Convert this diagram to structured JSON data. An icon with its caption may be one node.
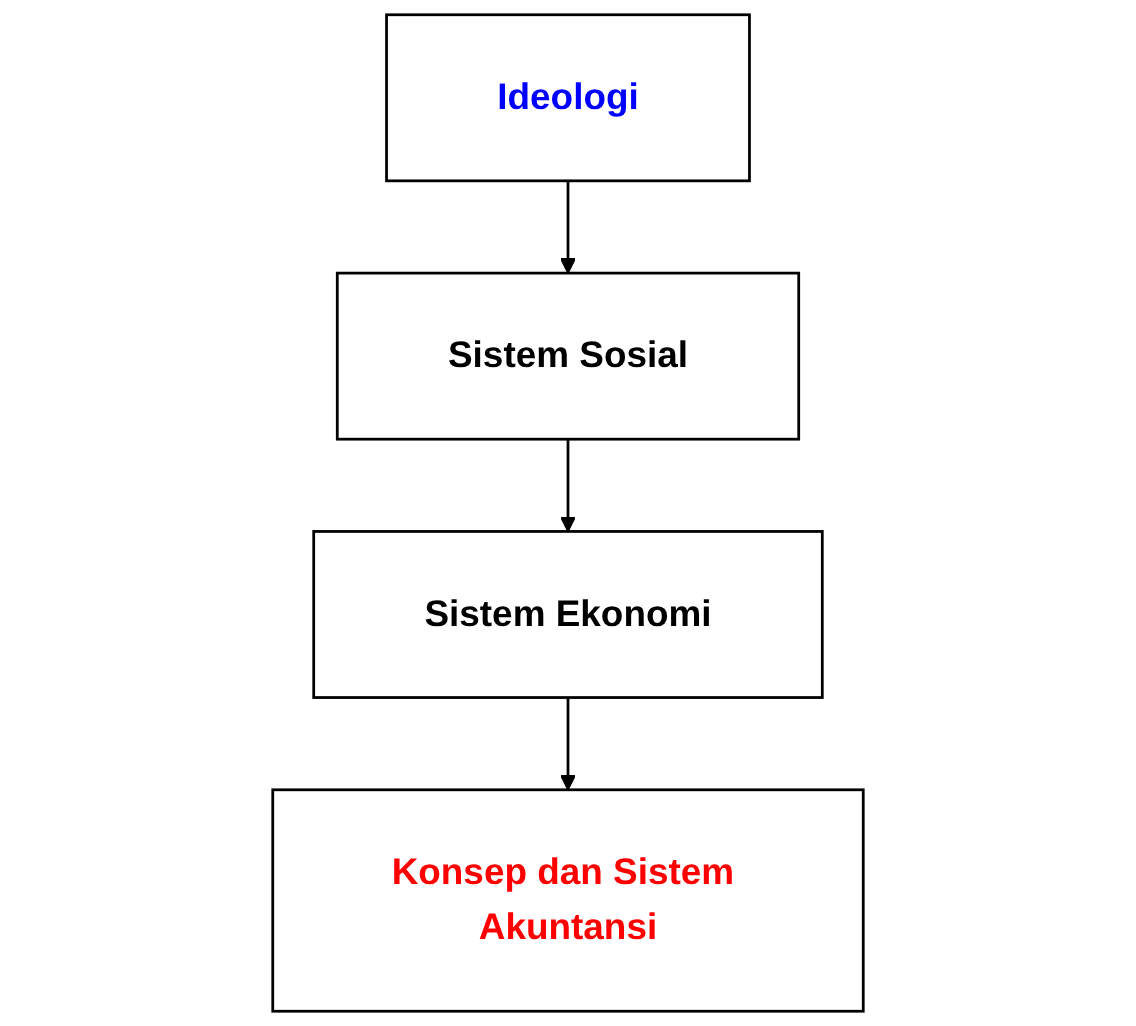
{
  "diagram": {
    "nodes": [
      {
        "text": [
          "Ideologi"
        ]
      },
      {
        "text": [
          "Sistem Sosial"
        ]
      },
      {
        "text": [
          "Sistem Ekonomi"
        ]
      },
      {
        "text": [
          "Konsep dan Sistem Akuntansi"
        ]
      }
    ],
    "edges": [
      {
        "from": 0,
        "to": 1,
        "arrow": "to"
      },
      {
        "from": 1,
        "to": 2,
        "arrow": "to"
      },
      {
        "from": 2,
        "to": 3,
        "arrow": "to"
      }
    ]
  }
}
